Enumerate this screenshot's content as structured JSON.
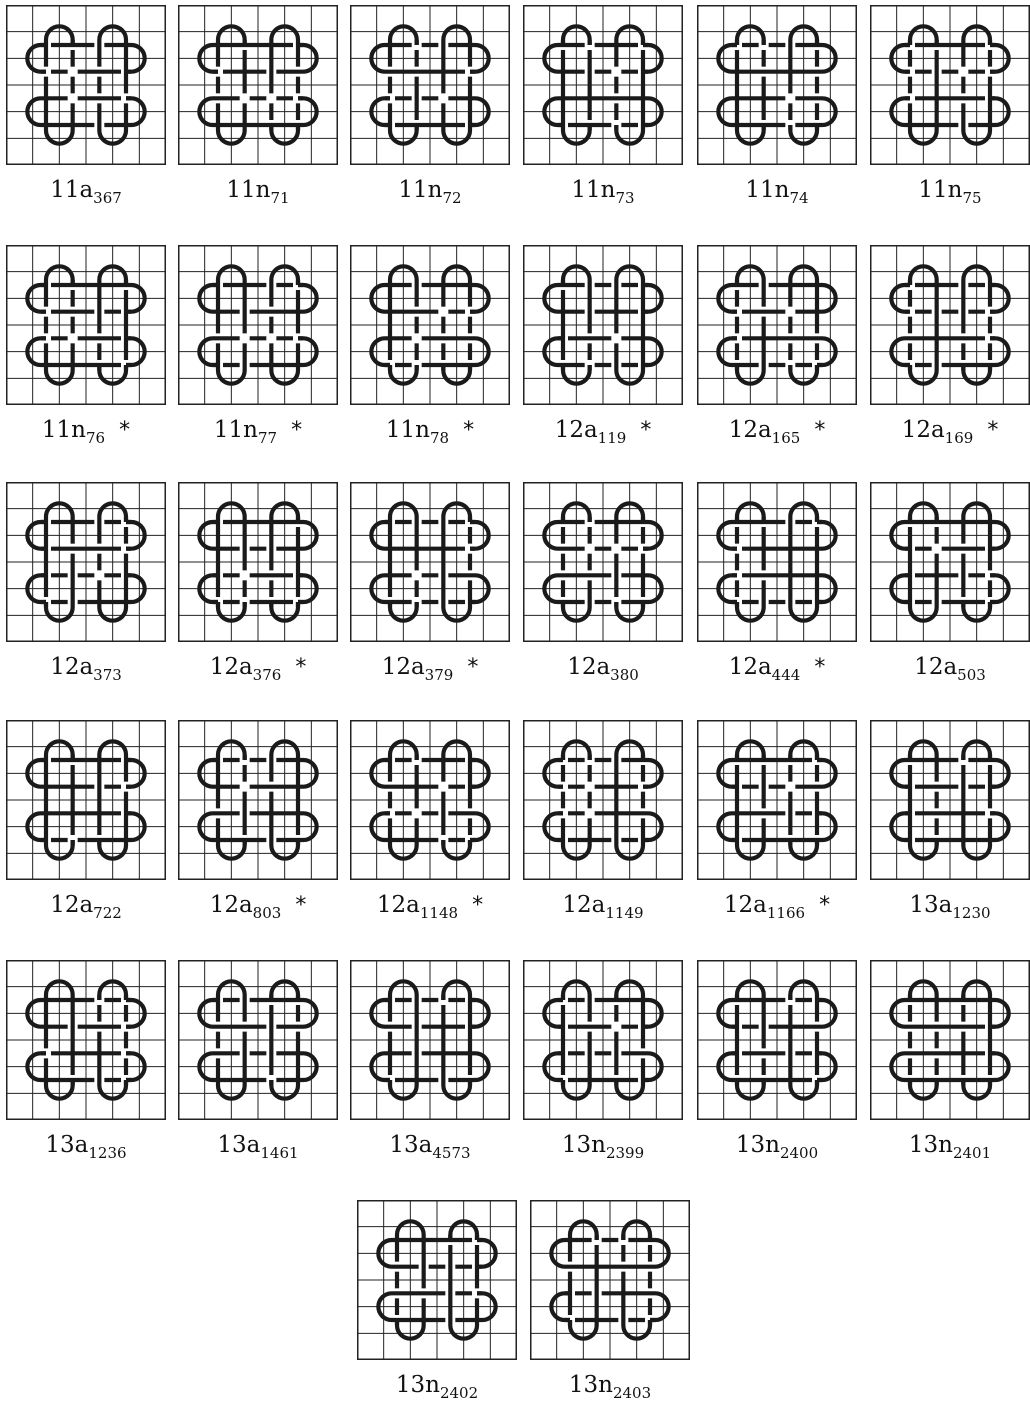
{
  "knots": [
    {
      "name": "11a",
      "index": "367",
      "marked": false
    },
    {
      "name": "11n",
      "index": "71",
      "marked": false
    },
    {
      "name": "11n",
      "index": "72",
      "marked": false
    },
    {
      "name": "11n",
      "index": "73",
      "marked": false
    },
    {
      "name": "11n",
      "index": "74",
      "marked": false
    },
    {
      "name": "11n",
      "index": "75",
      "marked": false
    },
    {
      "name": "11n",
      "index": "76",
      "marked": true
    },
    {
      "name": "11n",
      "index": "77",
      "marked": true
    },
    {
      "name": "11n",
      "index": "78",
      "marked": true
    },
    {
      "name": "12a",
      "index": "119",
      "marked": true
    },
    {
      "name": "12a",
      "index": "165",
      "marked": true
    },
    {
      "name": "12a",
      "index": "169",
      "marked": true
    },
    {
      "name": "12a",
      "index": "373",
      "marked": false
    },
    {
      "name": "12a",
      "index": "376",
      "marked": true
    },
    {
      "name": "12a",
      "index": "379",
      "marked": true
    },
    {
      "name": "12a",
      "index": "380",
      "marked": false
    },
    {
      "name": "12a",
      "index": "444",
      "marked": true
    },
    {
      "name": "12a",
      "index": "503",
      "marked": false
    },
    {
      "name": "12a",
      "index": "722",
      "marked": false
    },
    {
      "name": "12a",
      "index": "803",
      "marked": true
    },
    {
      "name": "12a",
      "index": "1148",
      "marked": true
    },
    {
      "name": "12a",
      "index": "1149",
      "marked": false
    },
    {
      "name": "12a",
      "index": "1166",
      "marked": true
    },
    {
      "name": "13a",
      "index": "1230",
      "marked": false
    },
    {
      "name": "13a",
      "index": "1236",
      "marked": false
    },
    {
      "name": "13a",
      "index": "1461",
      "marked": false
    },
    {
      "name": "13a",
      "index": "4573",
      "marked": false
    },
    {
      "name": "13n",
      "index": "2399",
      "marked": false
    },
    {
      "name": "13n",
      "index": "2400",
      "marked": false
    },
    {
      "name": "13n",
      "index": "2401",
      "marked": false
    },
    {
      "name": "13n",
      "index": "2402",
      "marked": false
    },
    {
      "name": "13n",
      "index": "2403",
      "marked": false
    }
  ],
  "mark_symbol": "*",
  "colors": {
    "grid": "#222222",
    "strand": "#1a1a1a",
    "background": "#ffffff"
  }
}
